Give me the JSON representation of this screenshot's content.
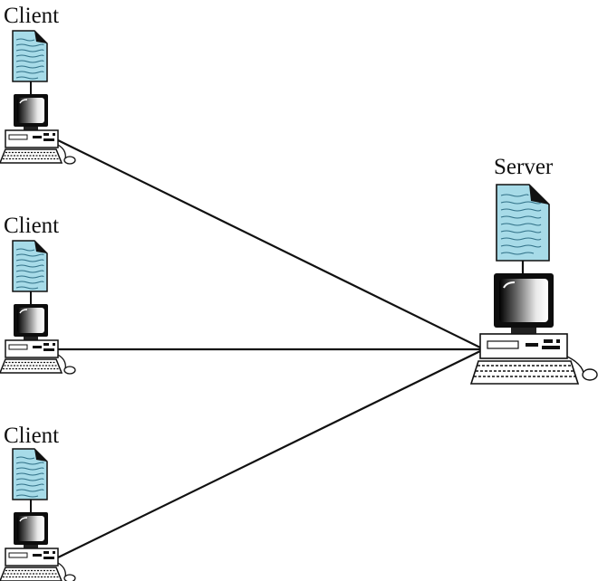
{
  "labels": {
    "client_top": "Client",
    "client_middle": "Client",
    "client_bottom": "Client",
    "server": "Server"
  },
  "icons": {
    "document": "document-icon",
    "monitor": "monitor-icon",
    "desktop_unit": "desktop-unit-icon",
    "keyboard": "keyboard-icon",
    "mouse": "mouse-icon"
  },
  "colors": {
    "document_fill": "#a7dbe8",
    "line": "#111111",
    "screen_dark": "#1a1a1a"
  }
}
